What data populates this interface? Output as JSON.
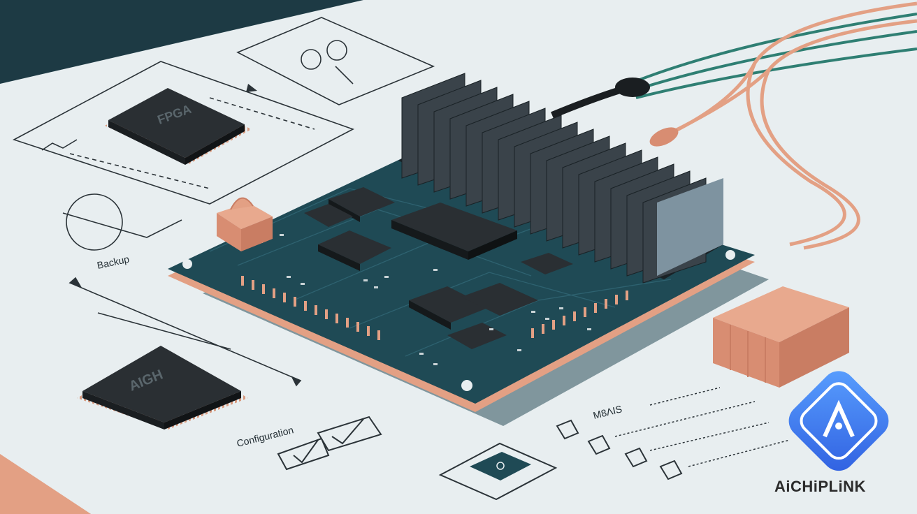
{
  "labels": {
    "fpga_chip": "FPGA",
    "flash_chip": "AIGH",
    "backup": "Backup",
    "configuration": "Configuration",
    "mirrored_label": "M8ɅIS"
  },
  "brand": {
    "name": "AiCHiPLiNK",
    "logo_color": "#3b7bf0"
  },
  "colors": {
    "paper": "#e8eef0",
    "background": "#1d3a44",
    "pcb": "#1f4a55",
    "copper": "#e3a084",
    "chip": "#2a2f33",
    "line": "#2b3338"
  }
}
